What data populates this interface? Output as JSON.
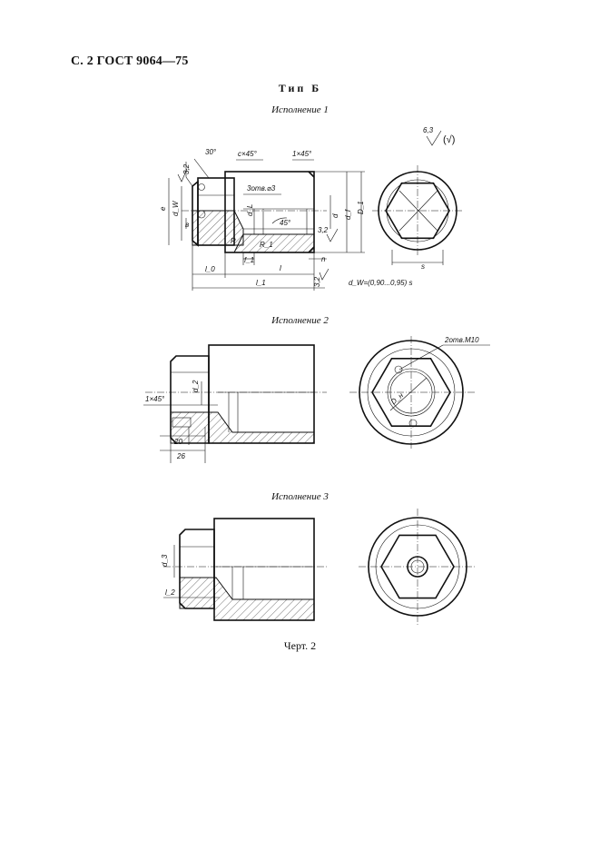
{
  "header": {
    "text": "С. 2 ГОСТ 9064—75"
  },
  "type_title": "Тип Б",
  "variants": [
    {
      "label": "Исполнение 1"
    },
    {
      "label": "Исполнение 2"
    },
    {
      "label": "Исполнение 3"
    }
  ],
  "figure1": {
    "roughness_top": "6,3",
    "roughness_paren": "(√)",
    "dims": {
      "angle_30": "30°",
      "chamfer_c": "c×45°",
      "chamfer_1": "1×45°",
      "roughness_left": "3,2",
      "holes": "3отв.⌀3",
      "e": "e",
      "dw": "d_W",
      "b": "в",
      "dl": "d_L",
      "angle_45": "45°",
      "d": "d",
      "df": "d_f",
      "D1": "D_1",
      "roughness_right": "3,2",
      "R": "R",
      "R1": "R_1",
      "f1": "f_1",
      "l": "l",
      "n": "n",
      "l0": "l_0",
      "l1": "l_1",
      "roughness_bottom": "3,2",
      "s": "s",
      "formula": "d_W=(0,90...0,95) s"
    }
  },
  "figure2": {
    "dims": {
      "chamfer": "1×45°",
      "d2": "d_2",
      "d20": "20",
      "d26": "26",
      "holes": "2отв.M10",
      "Dn": "D_н"
    }
  },
  "figure3": {
    "dims": {
      "d3": "d_3",
      "l2": "l_2"
    }
  },
  "caption": "Черт. 2"
}
